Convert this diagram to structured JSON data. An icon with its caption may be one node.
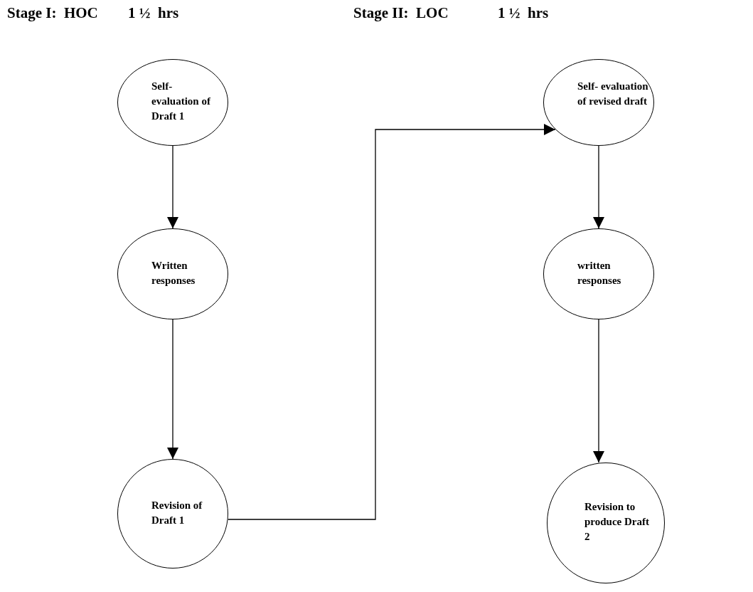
{
  "diagram": {
    "nodes": [
      {
        "text": [
          "Self- evaluation of Draft 1"
        ]
      },
      {
        "text": [
          "Written responses"
        ]
      },
      {
        "text": [
          "Revision of Draft 1"
        ]
      },
      {
        "text": [
          "Self- evaluation of revised draft"
        ]
      },
      {
        "text": [
          "written responses"
        ]
      },
      {
        "text": [
          "Revision to produce Draft 2"
        ]
      }
    ],
    "edges": [
      {
        "from": 0,
        "to": 1,
        "arrow": "to"
      },
      {
        "from": 1,
        "to": 2,
        "arrow": "to"
      },
      {
        "from": 2,
        "to": 3,
        "arrow": "to"
      },
      {
        "from": 3,
        "to": 4,
        "arrow": "to"
      },
      {
        "from": 4,
        "to": 5,
        "arrow": "to"
      }
    ],
    "labels": [
      "Stage I:  HOC",
      "1 ½  hrs",
      "Stage II:  LOC",
      "1 ½  hrs"
    ]
  }
}
